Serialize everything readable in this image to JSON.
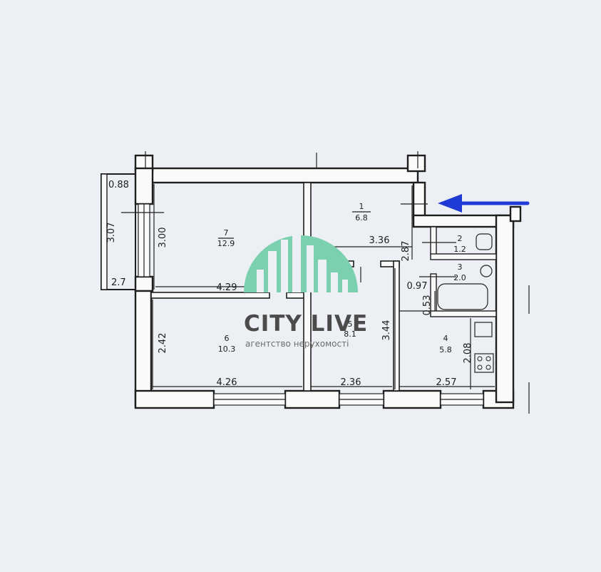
{
  "watermark": {
    "brand_name": "CITY LIVE",
    "brand_subtitle": "агентство нерухомості",
    "accent_color": "#7bd0b0",
    "brand_text_color": "#4b4b4b"
  },
  "entrance_arrow": {
    "color": "#1f3bd6",
    "icon": "arrow-left-icon"
  },
  "rooms": [
    {
      "number": "1",
      "area": "6.8"
    },
    {
      "number": "2",
      "area": "1.2"
    },
    {
      "number": "3",
      "area": "2.0"
    },
    {
      "number": "4",
      "area": "5.8"
    },
    {
      "number": "5",
      "area": "8.1"
    },
    {
      "number": "6",
      "area": "10.3"
    },
    {
      "number": "7",
      "area": "12.9"
    }
  ],
  "dimensions": {
    "balcony_width": "0.88",
    "balcony_length": "3.07",
    "balcony_bottom": "2.7",
    "room7_height": "3.00",
    "room7_width": "4.29",
    "room6_height": "2.42",
    "room6_width": "4.26",
    "room5_height": "3.44",
    "room5_width": "2.36",
    "hall_width": "3.36",
    "hall_height": "2.87",
    "kitchen_width": "2.57",
    "kitchen_height": "2.08",
    "bath_width": "0.97",
    "bath_height": "0.53"
  }
}
